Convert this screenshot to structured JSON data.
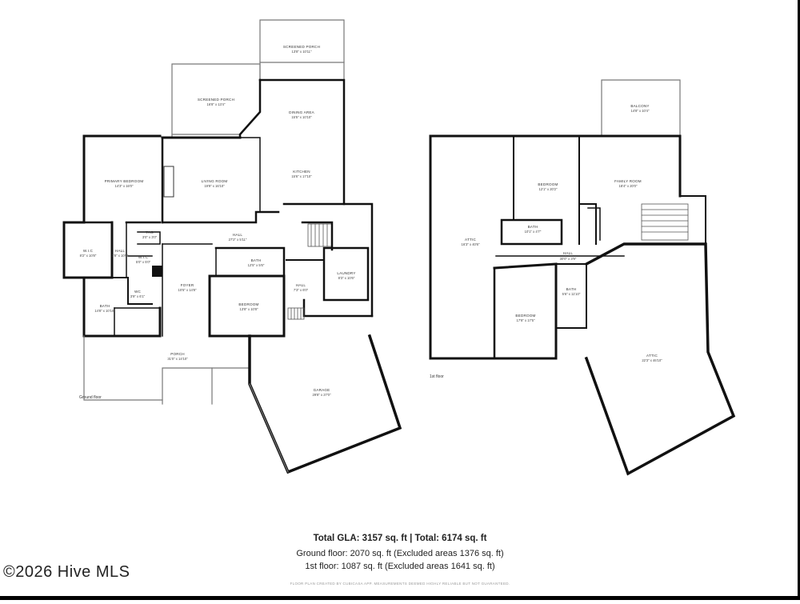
{
  "ground_floor": {
    "label": "Ground floor",
    "rooms": [
      {
        "id": "screened-porch-top",
        "name": "SCREENED PORCH",
        "dims": "13'8\" x 10'11\""
      },
      {
        "id": "screened-porch",
        "name": "SCREENED PORCH",
        "dims": "16'8\" x 13'4\""
      },
      {
        "id": "dining-area",
        "name": "DINING AREA",
        "dims": "15'5\" x 10'10\""
      },
      {
        "id": "primary-bedroom",
        "name": "PRIMARY BEDROOM",
        "dims": "14'3\" x 16'0\""
      },
      {
        "id": "living-room",
        "name": "LIVING ROOM",
        "dims": "19'9\" x 16'10\""
      },
      {
        "id": "kitchen",
        "name": "KITCHEN",
        "dims": "15'6\" x 17'10\""
      },
      {
        "id": "wic-left",
        "name": "W.I.C",
        "dims": "8'2\" x 10'8\""
      },
      {
        "id": "hall-left",
        "name": "HALL",
        "dims": "3'8\" x 10'0\""
      },
      {
        "id": "tag",
        "name": "TAG",
        "dims": "3'0\" x 3'0\""
      },
      {
        "id": "hall-main",
        "name": "HALL",
        "dims": "27'2\" x 5'11\""
      },
      {
        "id": "wic-small",
        "name": "W.I.C",
        "dims": "5'0\" x 5'0\""
      },
      {
        "id": "bath-mid",
        "name": "BATH",
        "dims": "12'5\" x 5'6\""
      },
      {
        "id": "laundry",
        "name": "LAUNDRY",
        "dims": "8'3\" x 10'6\""
      },
      {
        "id": "foyer",
        "name": "FOYER",
        "dims": "10'5\" x 14'8\""
      },
      {
        "id": "wc",
        "name": "WC",
        "dims": "3'9\" x 6'1\""
      },
      {
        "id": "hall-small",
        "name": "HALL",
        "dims": "7'3\" x 6'0\""
      },
      {
        "id": "bedroom-ground",
        "name": "BEDROOM",
        "dims": "13'8\" x 10'8\""
      },
      {
        "id": "bath-left",
        "name": "BATH",
        "dims": "14'8\" x 10'10\""
      },
      {
        "id": "porch",
        "name": "PORCH",
        "dims": "31'0\" x 14'10\""
      },
      {
        "id": "garage",
        "name": "GARAGE",
        "dims": "29'8\" x 27'0\""
      }
    ]
  },
  "first_floor": {
    "label": "1st floor",
    "rooms": [
      {
        "id": "balcony",
        "name": "BALCONY",
        "dims": "14'8\" x 10'4\""
      },
      {
        "id": "bedroom-top",
        "name": "BEDROOM",
        "dims": "12'1\" x 20'2\""
      },
      {
        "id": "family-room",
        "name": "FAMILY ROOM",
        "dims": "18'4\" x 20'0\""
      },
      {
        "id": "attic-left",
        "name": "ATTIC",
        "dims": "16'3\" x 40'6\""
      },
      {
        "id": "bath-first",
        "name": "BATH",
        "dims": "10'1\" x 4'7\""
      },
      {
        "id": "hall-first",
        "name": "HALL",
        "dims": "30'0\" x 3'9\""
      },
      {
        "id": "bath-first-2",
        "name": "BATH",
        "dims": "5'6\" x 11'10\""
      },
      {
        "id": "bedroom-bottom",
        "name": "BEDROOM",
        "dims": "17'8\" x 17'5\""
      },
      {
        "id": "attic-right",
        "name": "ATTIC",
        "dims": "22'3\" x 46'10\""
      }
    ]
  },
  "summary": {
    "total": "Total GLA: 3157 sq. ft | Total: 6174 sq. ft",
    "ground": "Ground floor: 2070 sq. ft (Excluded areas 1376 sq. ft)",
    "first": "1st floor: 1087 sq. ft (Excluded areas 1641 sq. ft)",
    "disclaimer": "FLOOR PLAN CREATED BY CUBICASA APP. MEASUREMENTS DEEMED HIGHLY RELIABLE BUT NOT GUARANTEED."
  },
  "watermark": "©2026 Hive MLS",
  "colors": {
    "wall": "#111111",
    "thin_wall": "#555555",
    "background": "#ffffff"
  }
}
